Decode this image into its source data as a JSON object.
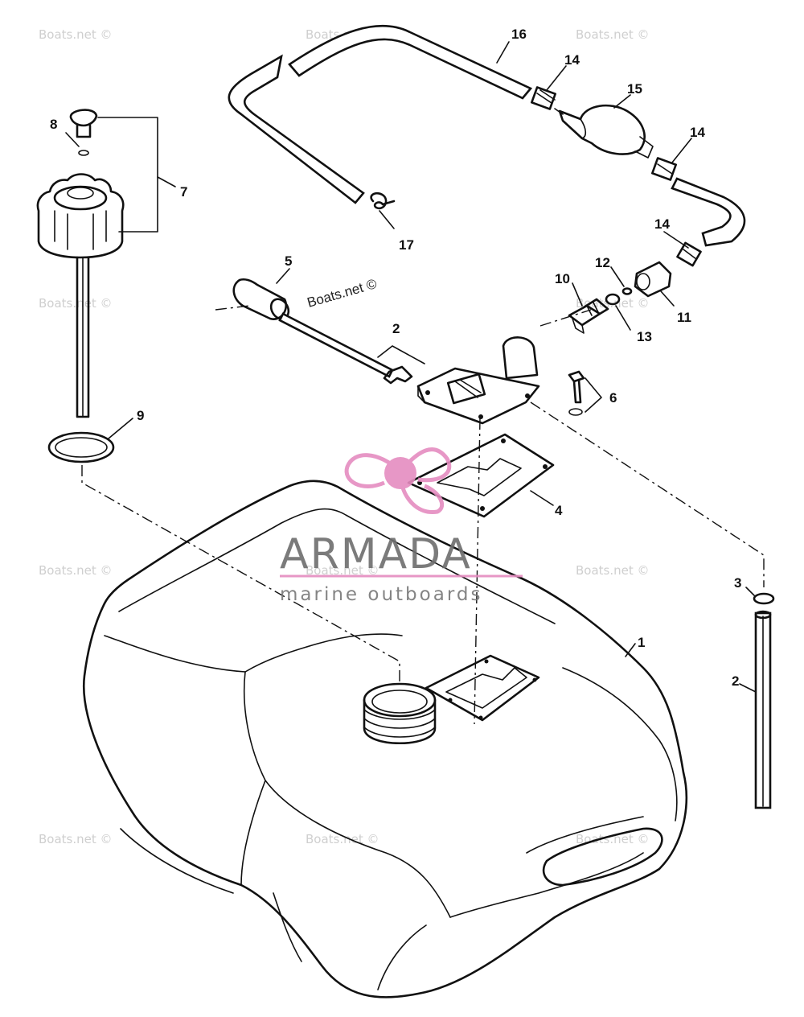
{
  "watermarks": {
    "text": "Boats.net ©",
    "inline_text": "Boats.net ©"
  },
  "brand": {
    "name": "ARMADA",
    "tagline": "marine outboards",
    "accent_color": "#e58cc0"
  },
  "callouts": [
    {
      "id": "1",
      "part": "fuel-tank"
    },
    {
      "id": "2",
      "part": "pickup-tube"
    },
    {
      "id": "2",
      "part": "pickup-tube-assembly"
    },
    {
      "id": "3",
      "part": "o-ring-small"
    },
    {
      "id": "4",
      "part": "gasket"
    },
    {
      "id": "5",
      "part": "float"
    },
    {
      "id": "6",
      "part": "screw"
    },
    {
      "id": "7",
      "part": "fuel-cap-assembly"
    },
    {
      "id": "8",
      "part": "cap-clip"
    },
    {
      "id": "9",
      "part": "cap-o-ring"
    },
    {
      "id": "10",
      "part": "fuel-connector"
    },
    {
      "id": "11",
      "part": "connector-nut"
    },
    {
      "id": "12",
      "part": "o-ring"
    },
    {
      "id": "13",
      "part": "washer"
    },
    {
      "id": "14",
      "part": "hose-clamp-a"
    },
    {
      "id": "14",
      "part": "hose-clamp-b"
    },
    {
      "id": "14",
      "part": "hose-clamp-c"
    },
    {
      "id": "15",
      "part": "primer-bulb"
    },
    {
      "id": "16",
      "part": "fuel-hose"
    },
    {
      "id": "17",
      "part": "hose-clip"
    }
  ]
}
